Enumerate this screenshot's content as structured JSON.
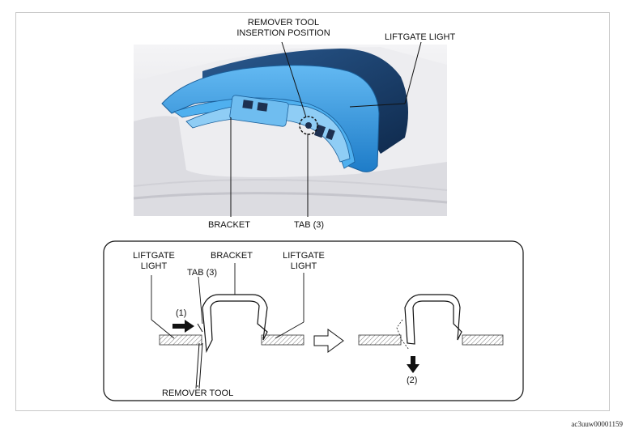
{
  "photo": {
    "labels": {
      "remover_tool_insertion_line1": "REMOVER TOOL",
      "remover_tool_insertion_line2": "INSERTION POSITION",
      "liftgate_light": "LIFTGATE LIGHT",
      "bracket": "BRACKET",
      "tab": "TAB (3)"
    }
  },
  "detail": {
    "labels": {
      "liftgate_light_left_line1": "LIFTGATE",
      "liftgate_light_left_line2": "LIGHT",
      "tab": "TAB (3)",
      "bracket": "BRACKET",
      "liftgate_light_right_line1": "LIFTGATE",
      "liftgate_light_right_line2": "LIGHT",
      "step1": "(1)",
      "step2": "(2)",
      "remover_tool": "REMOVER TOOL"
    }
  },
  "image_code": "ac3uuw00001159",
  "colors": {
    "light_blue": "#3aa0e6",
    "light_blue_dark": "#1f6fb0",
    "lens_navy": "#1a3f6e",
    "body_gray": "#e7e7ea"
  }
}
